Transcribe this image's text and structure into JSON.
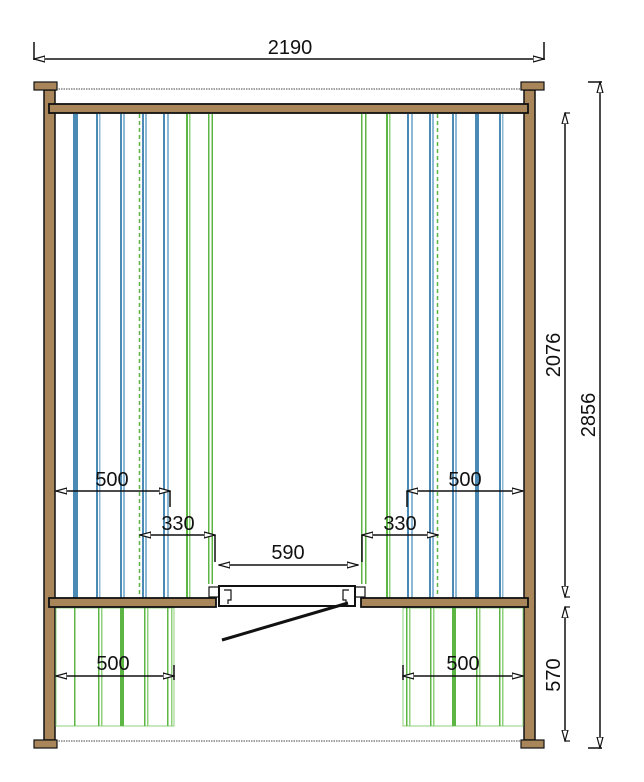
{
  "colors": {
    "wood": "#A8865A",
    "outline": "#111111",
    "blue_fill": "#4A8AB4",
    "blue_light": "#8DB8D6",
    "green": "#5DB543",
    "green_light": "#8FD07A",
    "dimension": "#111111",
    "background": "#ffffff"
  },
  "dimensions": {
    "overall_width": "2190",
    "upper_height": "2076",
    "overall_height": "2856",
    "lower_height": "570",
    "left_upper_width": "500",
    "left_upper_offset": "330",
    "door_width": "590",
    "right_upper_offset": "330",
    "right_upper_width": "500",
    "left_lower_width": "500",
    "right_lower_width": "500"
  },
  "legend": {
    "blue_lines": "blue-strip-lines",
    "green_lines": "green-strip-lines",
    "dashed_lines": "dashed-centerline"
  }
}
